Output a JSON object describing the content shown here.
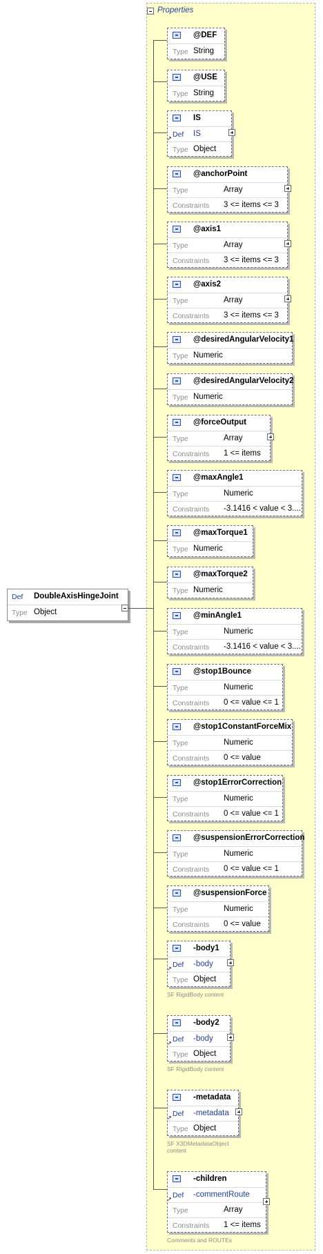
{
  "root": {
    "def_label": "Def",
    "name": "DoubleAxisHingeJoint",
    "type_label": "Type",
    "type_value": "Object"
  },
  "panel": {
    "title": "Properties"
  },
  "labels": {
    "type": "Type",
    "constraints": "Constraints",
    "def": "Def"
  },
  "nodes": {
    "DEF": {
      "name": "@DEF",
      "type": "String"
    },
    "USE": {
      "name": "@USE",
      "type": "String"
    },
    "IS": {
      "name": "IS",
      "def": "IS",
      "type": "Object"
    },
    "anchorPoint": {
      "name": "@anchorPoint",
      "type": "Array",
      "constraints": "3 <= items <= 3"
    },
    "axis1": {
      "name": "@axis1",
      "type": "Array",
      "constraints": "3 <= items <= 3"
    },
    "axis2": {
      "name": "@axis2",
      "type": "Array",
      "constraints": "3 <= items <= 3"
    },
    "desiredAngularVelocity1": {
      "name": "@desiredAngularVelocity1",
      "type": "Numeric"
    },
    "desiredAngularVelocity2": {
      "name": "@desiredAngularVelocity2",
      "type": "Numeric"
    },
    "forceOutput": {
      "name": "@forceOutput",
      "type": "Array",
      "constraints": "1 <= items"
    },
    "maxAngle1": {
      "name": "@maxAngle1",
      "type": "Numeric",
      "constraints": "-3.1416 < value < 3...."
    },
    "maxTorque1": {
      "name": "@maxTorque1",
      "type": "Numeric"
    },
    "maxTorque2": {
      "name": "@maxTorque2",
      "type": "Numeric"
    },
    "minAngle1": {
      "name": "@minAngle1",
      "type": "Numeric",
      "constraints": "-3.1416 < value < 3...."
    },
    "stop1Bounce": {
      "name": "@stop1Bounce",
      "type": "Numeric",
      "constraints": "0 <= value <= 1"
    },
    "stop1ConstantForceMix": {
      "name": "@stop1ConstantForceMix",
      "type": "Numeric",
      "constraints": "0 <= value"
    },
    "stop1ErrorCorrection": {
      "name": "@stop1ErrorCorrection",
      "type": "Numeric",
      "constraints": "0 <= value <= 1"
    },
    "suspensionErrorCorrection": {
      "name": "@suspensionErrorCorrection",
      "type": "Numeric",
      "constraints": "0 <= value <= 1"
    },
    "suspensionForce": {
      "name": "@suspensionForce",
      "type": "Numeric",
      "constraints": "0 <= value"
    },
    "body1": {
      "name": "-body1",
      "def": "-body",
      "type": "Object",
      "note": "SF RigidBody content"
    },
    "body2": {
      "name": "-body2",
      "def": "-body",
      "type": "Object",
      "note": "SF RigidBody content"
    },
    "metadata": {
      "name": "-metadata",
      "def": "-metadata",
      "type": "Object",
      "note": "SF X3DMetadataObject content"
    },
    "children": {
      "name": "-children",
      "def": "-commentRoute",
      "type": "Array",
      "constraints": "1 <= items",
      "note": "Comments and ROUTEs"
    }
  }
}
